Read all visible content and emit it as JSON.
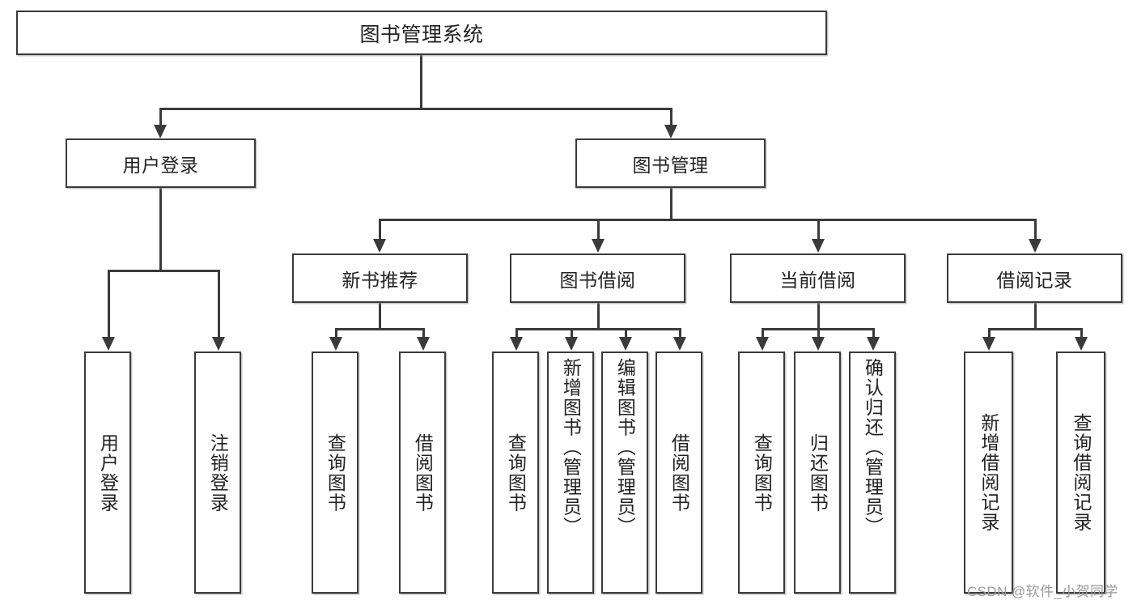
{
  "diagram": {
    "type": "tree",
    "title": "图书管理系统",
    "orientation": "top-down",
    "colors": {
      "stroke": "#3a3a3a",
      "fill": "#ffffff",
      "text": "#222222",
      "watermark": "#9a9a9a"
    },
    "root": {
      "label": "图书管理系统"
    },
    "level2": [
      {
        "label": "用户登录"
      },
      {
        "label": "图书管理"
      }
    ],
    "level3": [
      {
        "label": "新书推荐"
      },
      {
        "label": "图书借阅"
      },
      {
        "label": "当前借阅"
      },
      {
        "label": "借阅记录"
      }
    ],
    "leaves": {
      "user_login": [
        {
          "label": "用户登录"
        },
        {
          "label": "注销登录"
        }
      ],
      "new_book_recommend": [
        {
          "label": "查询图书"
        },
        {
          "label": "借阅图书"
        }
      ],
      "book_borrow": [
        {
          "label": "查询图书"
        },
        {
          "label": "新增图书（管理员）"
        },
        {
          "label": "编辑图书（管理员）"
        },
        {
          "label": "借阅图书"
        }
      ],
      "current_borrow": [
        {
          "label": "查询图书"
        },
        {
          "label": "归还图书"
        },
        {
          "label": "确认归还（管理员）"
        }
      ],
      "borrow_record": [
        {
          "label": "新增借阅记录"
        },
        {
          "label": "查询借阅记录"
        }
      ]
    }
  },
  "watermark": {
    "text": "CSDN @软件_小贺同学"
  }
}
